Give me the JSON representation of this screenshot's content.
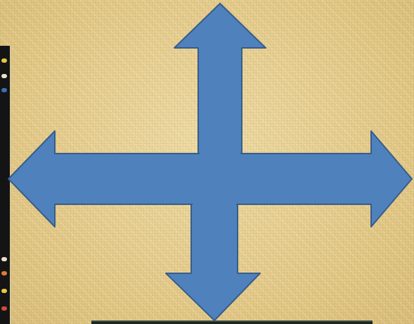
{
  "colors": {
    "background": "#e6cf8e",
    "arrow_fill": "#4f81bd",
    "arrow_stroke": "#385d8a",
    "left_strip": "#141414",
    "bottom_panel": "#1b2621"
  },
  "shapes": {
    "main": "four-way-arrow",
    "decor_left": "partial-image-strip",
    "decor_bottom": "partial-dark-panel"
  }
}
